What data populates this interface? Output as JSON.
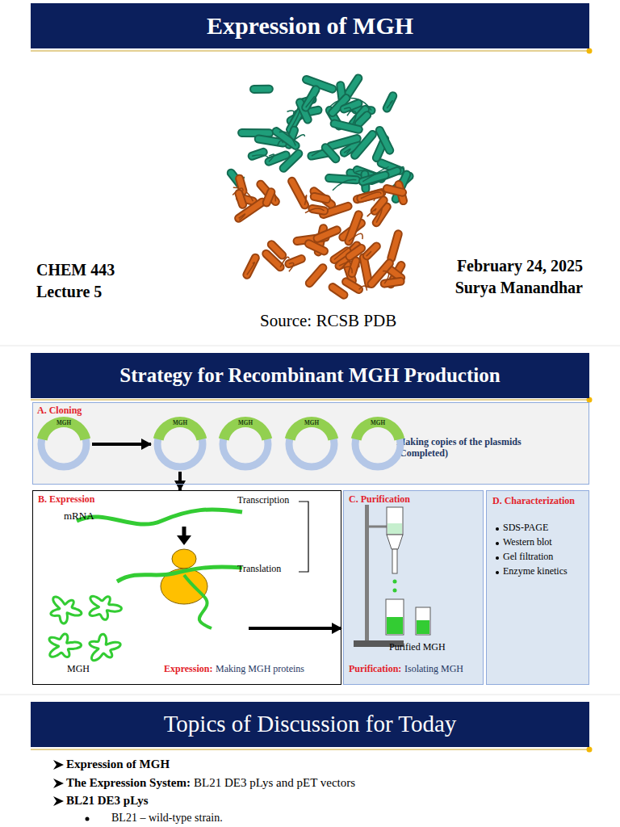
{
  "diagram": {
    "nodes": [
      {
        "text": [
          "Expression of MGH"
        ]
      },
      {
        "text": [
          "Strategy for Recombinant MGH Production"
        ]
      },
      {
        "text": [
          "A. Cloning",
          "Making copies of the plasmids (Completed)"
        ]
      },
      {
        "text": [
          "MGH"
        ],
        "in": 2
      },
      {
        "text": [
          "MGH"
        ],
        "in": 2
      },
      {
        "text": [
          "MGH"
        ],
        "in": 2
      },
      {
        "text": [
          "MGH"
        ],
        "in": 2
      },
      {
        "text": [
          "MGH"
        ],
        "in": 2
      },
      {
        "text": [
          "B. Expression",
          "mRNA",
          "Transcription",
          "Translation",
          "MGH",
          "Expression:",
          "Making MGH proteins"
        ]
      },
      {
        "text": [
          "C. Purification",
          "Purified MGH",
          "Purification:",
          "Isolating MGH"
        ]
      },
      {
        "text": [
          "D. Characterization",
          "SDS-PAGE",
          "Western blot",
          "Gel filtration",
          "Enzyme kinetics"
        ]
      },
      {
        "text": [
          "Topics of Discussion for Today"
        ]
      }
    ],
    "edges": [
      {
        "from": 3,
        "to": 4,
        "arrow": "to"
      },
      {
        "from": 4,
        "to": 8,
        "arrow": "to"
      },
      {
        "from": 8,
        "to": 9,
        "arrow": "to"
      }
    ],
    "labels": [
      "CHEM 443",
      "Lecture 5",
      "February 24, 2025",
      "Surya Manandhar",
      "Source: RCSB PDB",
      "Expression of MGH",
      "The Expression System:",
      "BL21 DE3 pLys and pET vectors",
      "BL21 DE3 pLys",
      "BL21 – wild-type strain."
    ]
  }
}
